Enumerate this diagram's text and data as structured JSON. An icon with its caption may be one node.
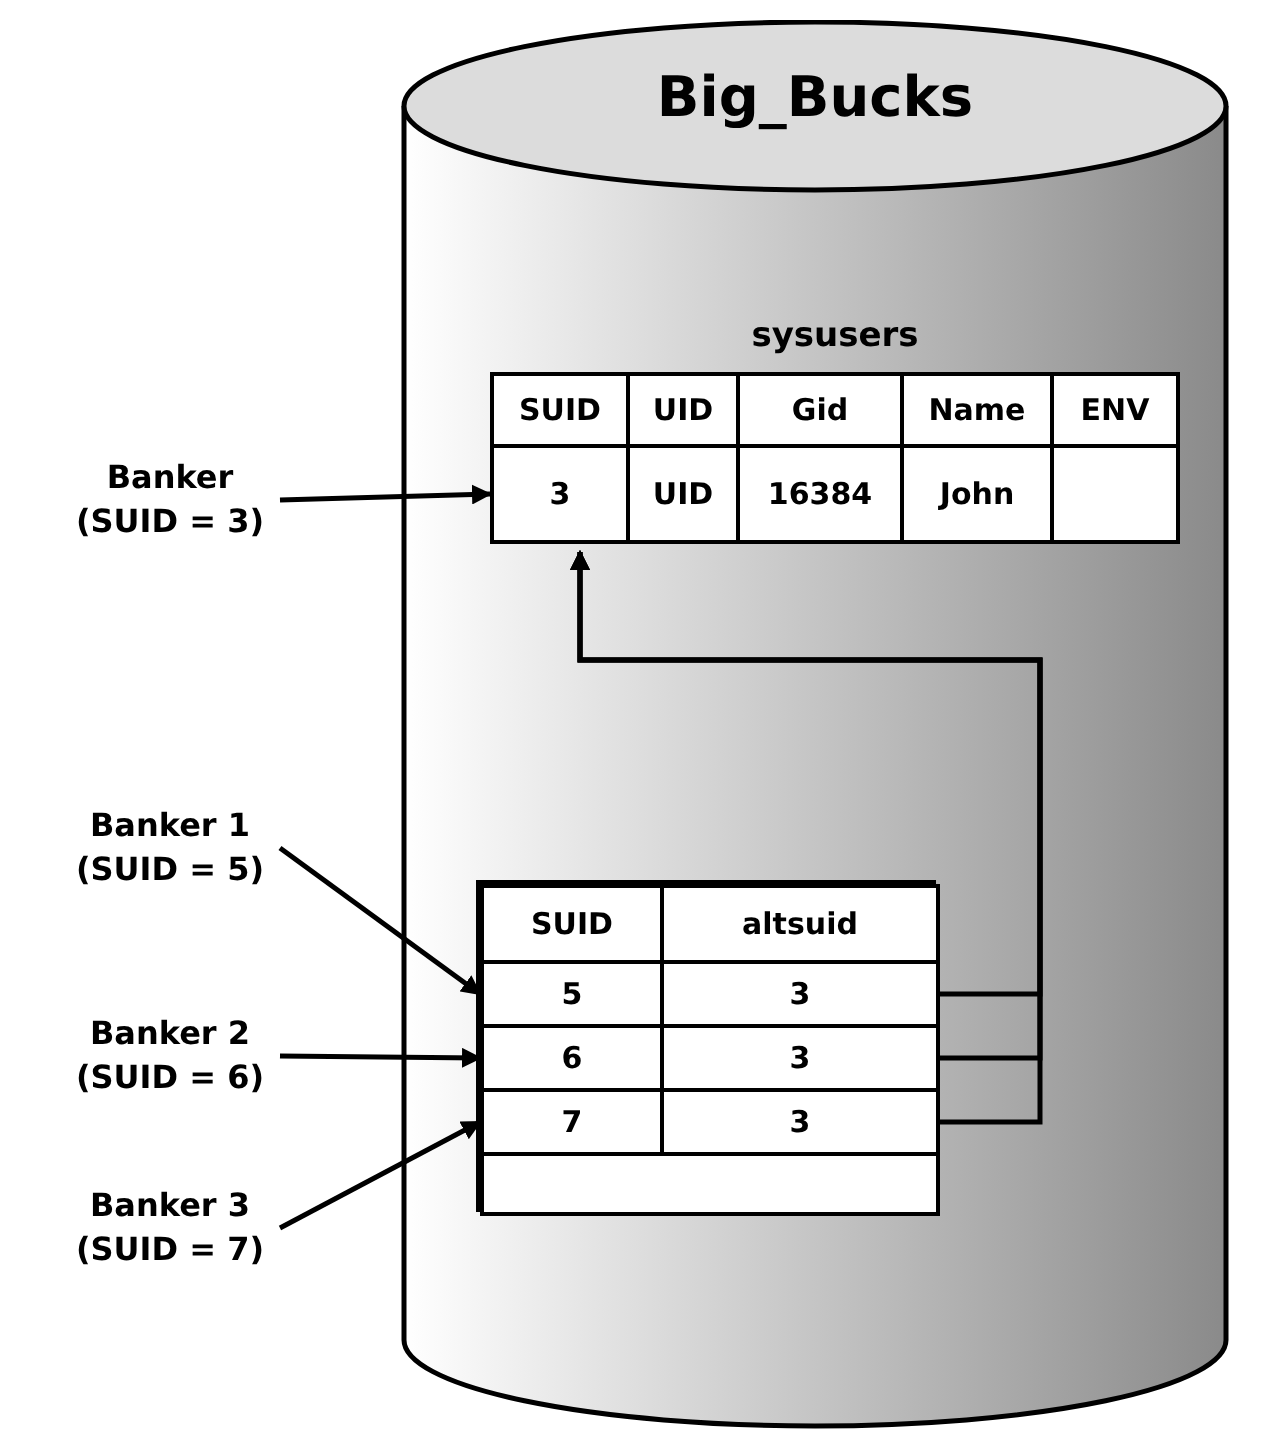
{
  "diagram": {
    "nodes": [
      {
        "text": [
          "Big_Bucks"
        ]
      },
      {
        "text": [
          "sysusers"
        ],
        "in": 0
      },
      {
        "text": [
          "SUID",
          "UID",
          "Gid",
          "Name",
          "ENV"
        ],
        "in": 1
      },
      {
        "text": [
          "3",
          "UID",
          "16384",
          "John"
        ],
        "in": 1
      },
      {
        "text": [
          "Banker (SUID = 3)"
        ]
      },
      {
        "text": [
          "Banker 1 (SUID = 5)"
        ]
      },
      {
        "text": [
          "Banker 2 (SUID = 6)"
        ]
      },
      {
        "text": [
          "Banker 3 (SUID = 7)"
        ]
      },
      {
        "text": [],
        "shape": "box",
        "in": 0
      },
      {
        "text": [
          "SUID",
          "altsuid"
        ],
        "in": 8
      },
      {
        "text": [
          "5",
          "3"
        ],
        "in": 8
      },
      {
        "text": [
          "6",
          "3"
        ],
        "in": 8
      },
      {
        "text": [
          "7",
          "3"
        ],
        "in": 8
      },
      {
        "text": [],
        "shape": "box",
        "in": 8
      }
    ],
    "edges": [
      {
        "from": 4,
        "to": 3,
        "arrow": "to"
      },
      {
        "from": 5,
        "to": 10,
        "arrow": "to"
      },
      {
        "from": 6,
        "to": 11,
        "arrow": "to"
      },
      {
        "from": 7,
        "to": 12,
        "arrow": "to"
      },
      {
        "from": 10,
        "to": 1,
        "arrow": "to"
      },
      {
        "from": 11,
        "to": 1,
        "arrow": "to"
      },
      {
        "from": 12,
        "to": 1,
        "arrow": "to"
      }
    ]
  }
}
